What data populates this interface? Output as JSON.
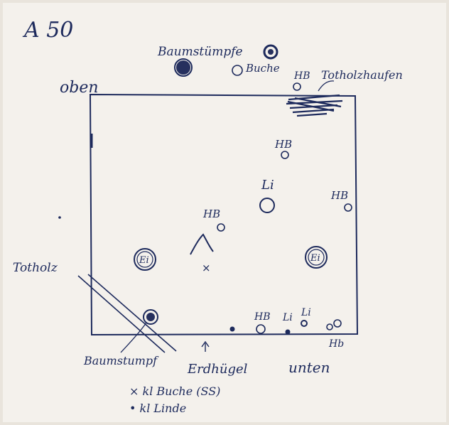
{
  "sheet": {
    "title": "A 50",
    "labels": {
      "top": "oben",
      "bottom": "unten",
      "stumps_top": "Baumstümpfe",
      "beech_top": "Buche",
      "deadwood_pile": "Totholzhaufen",
      "deadwood": "Totholz",
      "stump_bottom": "Baumstumpf",
      "mound": "Erdhügel",
      "hb_1": "HB",
      "hb_2": "HB",
      "hb_3": "HB",
      "hb_4": "HB",
      "hb_5": "HB",
      "hb_6": "Hb",
      "li_1": "Li",
      "li_2": "Li",
      "li_3": "Li",
      "ei_1": "Ei",
      "ei_2": "Ei"
    },
    "legend": {
      "x_entry": "× kl Buche (SS)",
      "dot_entry": "• kl Linde"
    },
    "colors": {
      "ink": "#1d2a5c",
      "paper": "#f4f1ec"
    }
  }
}
